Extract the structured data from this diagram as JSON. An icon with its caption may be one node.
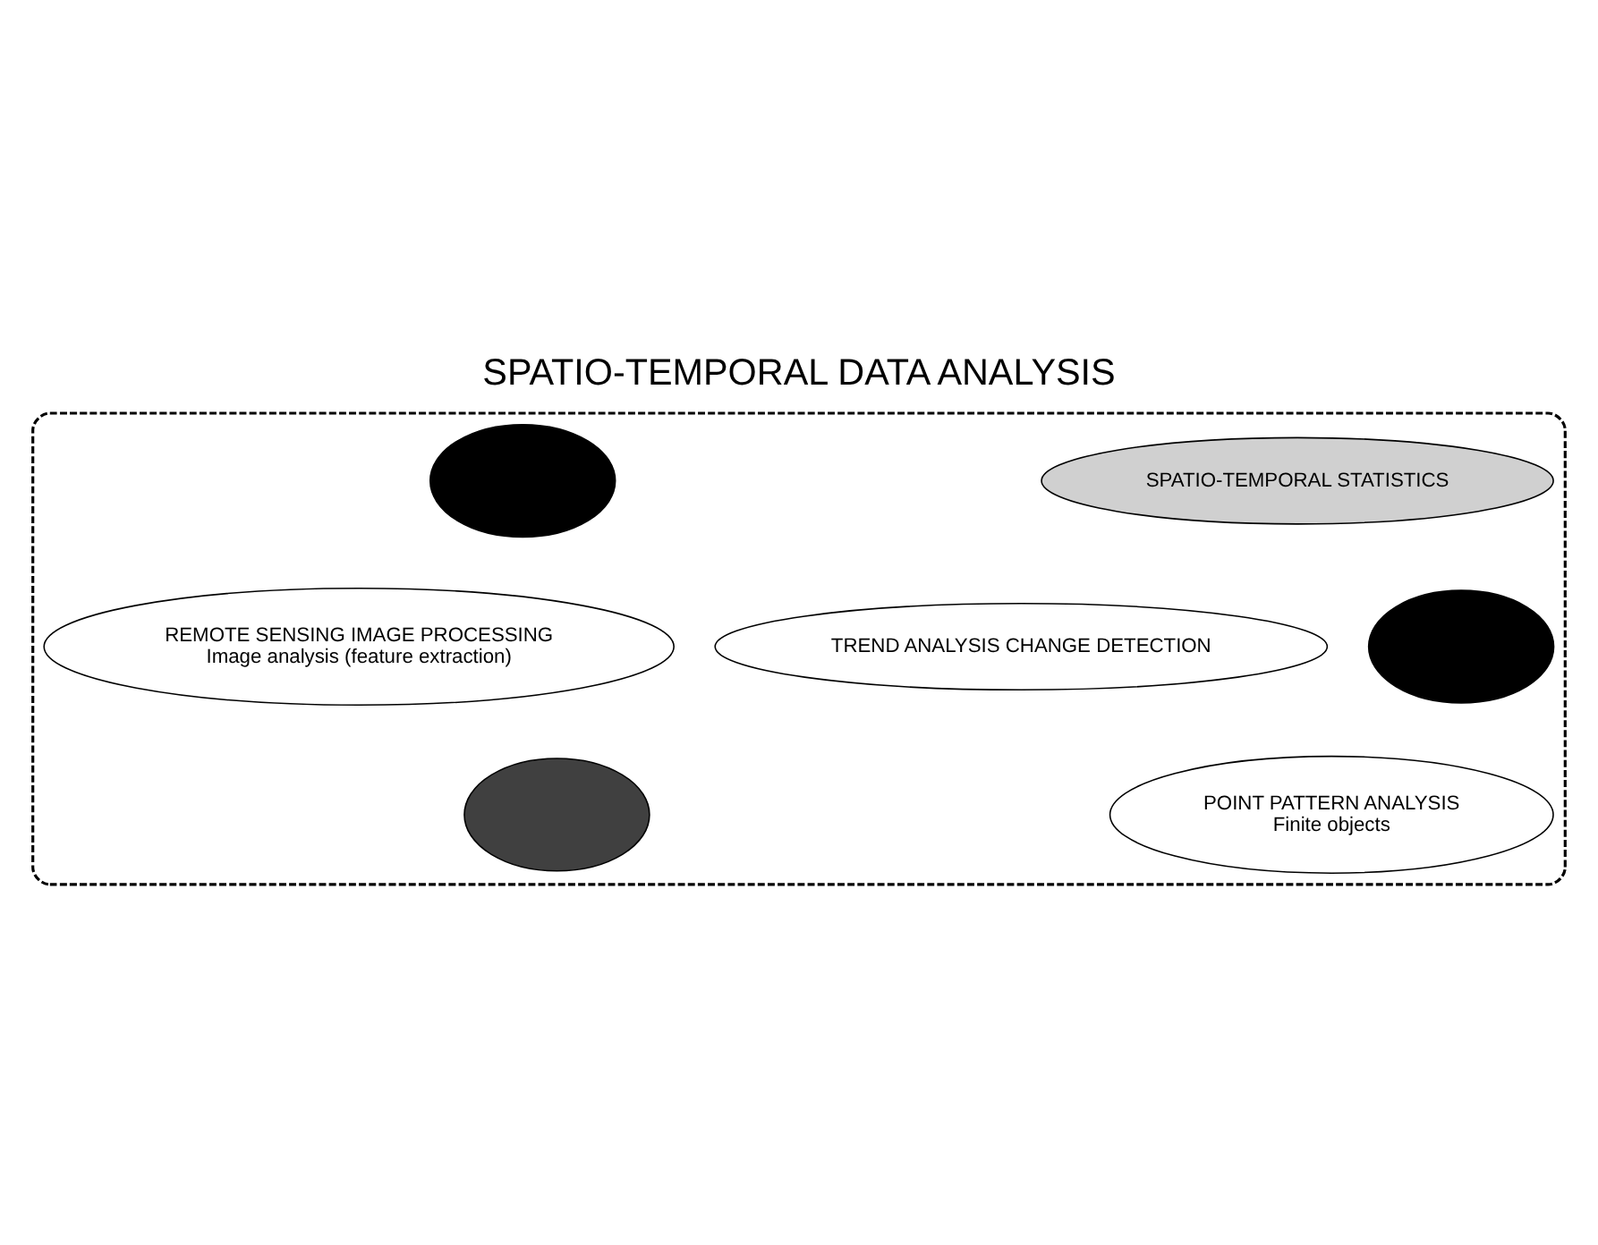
{
  "diagram": {
    "title": "SPATIO-TEMPORAL DATA ANALYSIS",
    "nodes": [
      {
        "text": [],
        "shape": "cloud"
      },
      {
        "text": [
          "SPATIO-TEMPORAL STATISTICS"
        ],
        "in": 0
      },
      {
        "text": [],
        "shape": "cloud",
        "in": 0
      },
      {
        "text": [],
        "shape": "cloud",
        "in": 0
      },
      {
        "text": [
          "TREND ANALYSIS CHANGE DETECTION"
        ],
        "in": 0
      },
      {
        "text": [
          "REMOTE SENSING IMAGE PROCESSING",
          "Image analysis (feature extraction)"
        ],
        "in": 0
      },
      {
        "text": [
          "POINT PATTERN ANALYSIS",
          "Finite objects"
        ],
        "in": 0
      },
      {
        "text": [],
        "shape": "cloud",
        "in": 0
      }
    ],
    "edges": []
  }
}
